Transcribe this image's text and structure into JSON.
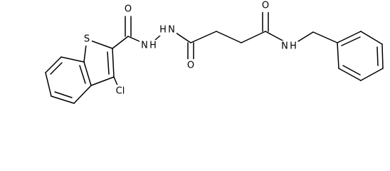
{
  "molecule": {
    "atoms": {
      "sulfur": "S",
      "carbonyl_oxygen_top_left": "O",
      "hydrazide_nh_left": "N",
      "hydrazide_h_left": "H",
      "hydrazide_nh_right": "N",
      "hydrazide_h_right": "H",
      "carbonyl_oxygen_bottom": "O",
      "carbonyl_oxygen_top_right": "O",
      "amide_nh": "N",
      "amide_h": "H",
      "chlorine": "Cl"
    }
  }
}
